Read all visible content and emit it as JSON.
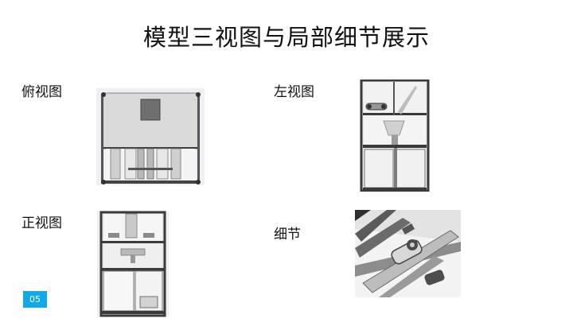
{
  "slide": {
    "title": "模型三视图与局部细节展示",
    "page_number": "05"
  },
  "views": {
    "top": {
      "label": "俯视图",
      "image_icon": "cad-top-view"
    },
    "left": {
      "label": "左视图",
      "image_icon": "cad-left-view"
    },
    "front": {
      "label": "正视图",
      "image_icon": "cad-front-view"
    },
    "detail": {
      "label": "细节",
      "image_icon": "cad-detail-view"
    }
  },
  "colors": {
    "badge": "#11a9e6",
    "frame": "#4a4a4a",
    "panel": "#dcdcdc"
  }
}
